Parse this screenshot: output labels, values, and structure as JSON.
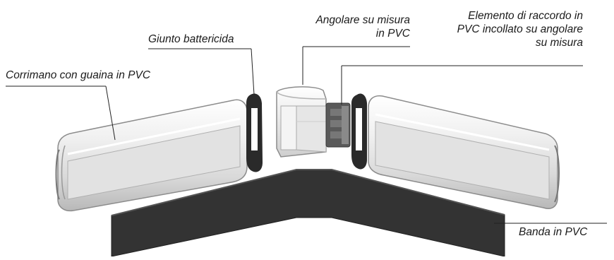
{
  "colors": {
    "pvc_band": "#333333",
    "rail_light": "#f2f2f2",
    "rail_mid": "#d6d6d6",
    "rail_shadow": "#9a9a9a",
    "gasket": "#2a2a2a",
    "connector": "#5a5a5a",
    "leader_line": "#222222"
  },
  "labels": {
    "corrimano": "Corrimano con guaina in PVC",
    "giunto": "Giunto battericida",
    "angolare_line1": "Angolare su misura",
    "angolare_line2": "in PVC",
    "raccordo_line1": "Elemento di raccordo in",
    "raccordo_line2": "PVC incollato su angolare",
    "raccordo_line3": "su misura",
    "banda": "Banda in PVC"
  }
}
